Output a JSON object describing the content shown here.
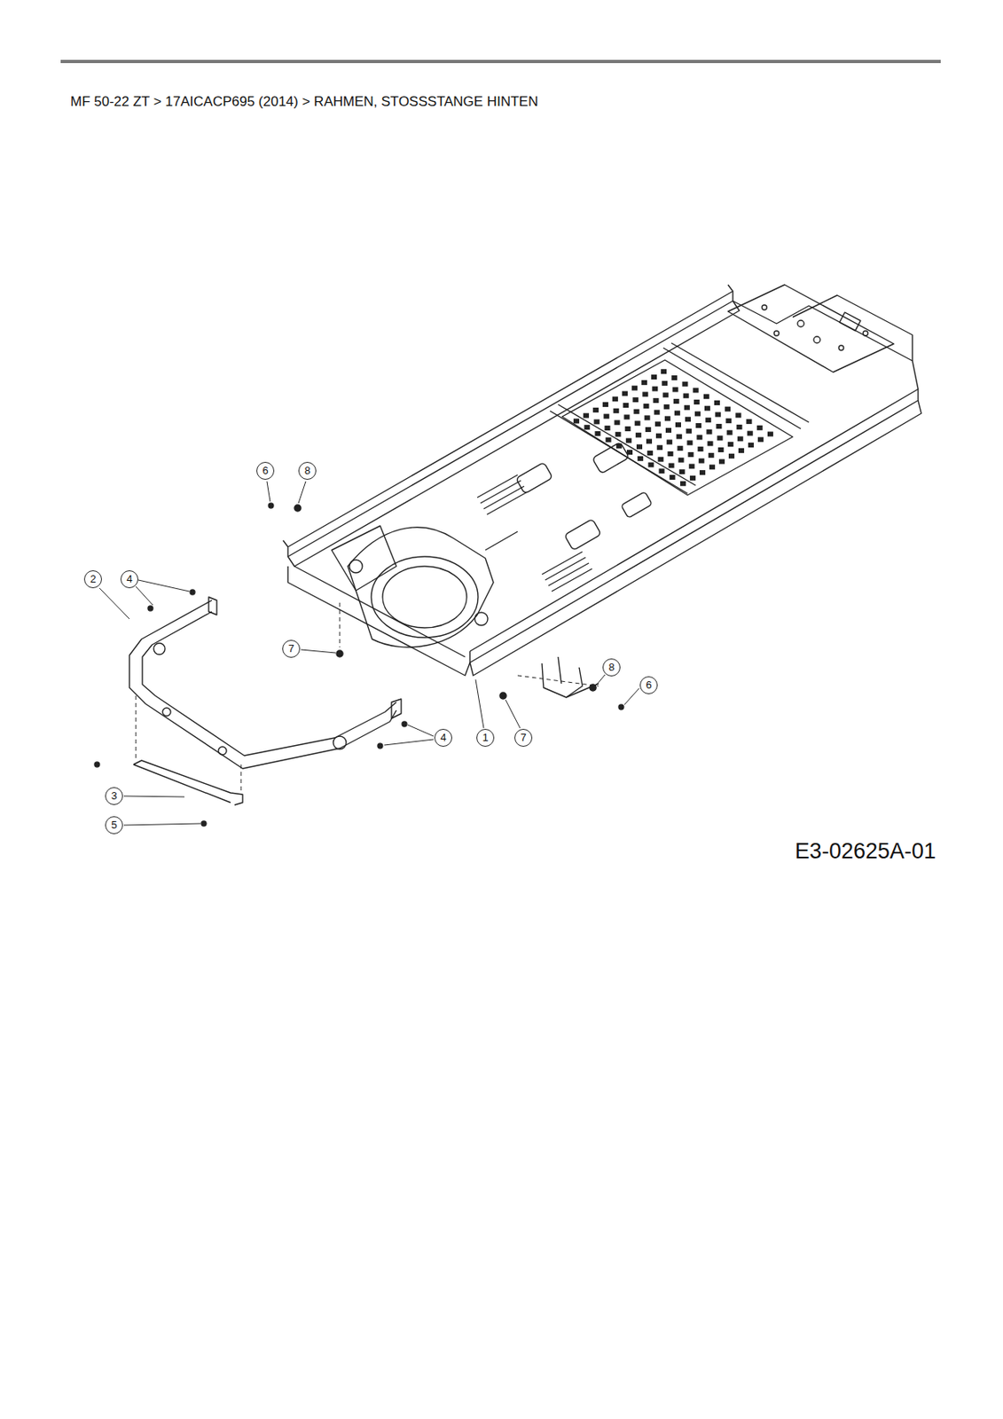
{
  "diagram": {
    "title": "MF 50-22 ZT  >  17AICACP695 (2014)  >  RAHMEN, STOSSSTANGE HINTEN",
    "labels": [
      "6",
      "8",
      "2",
      "4",
      "7",
      "4",
      "1",
      "7",
      "8",
      "6",
      "3",
      "5",
      "E3-02625A-01"
    ]
  }
}
